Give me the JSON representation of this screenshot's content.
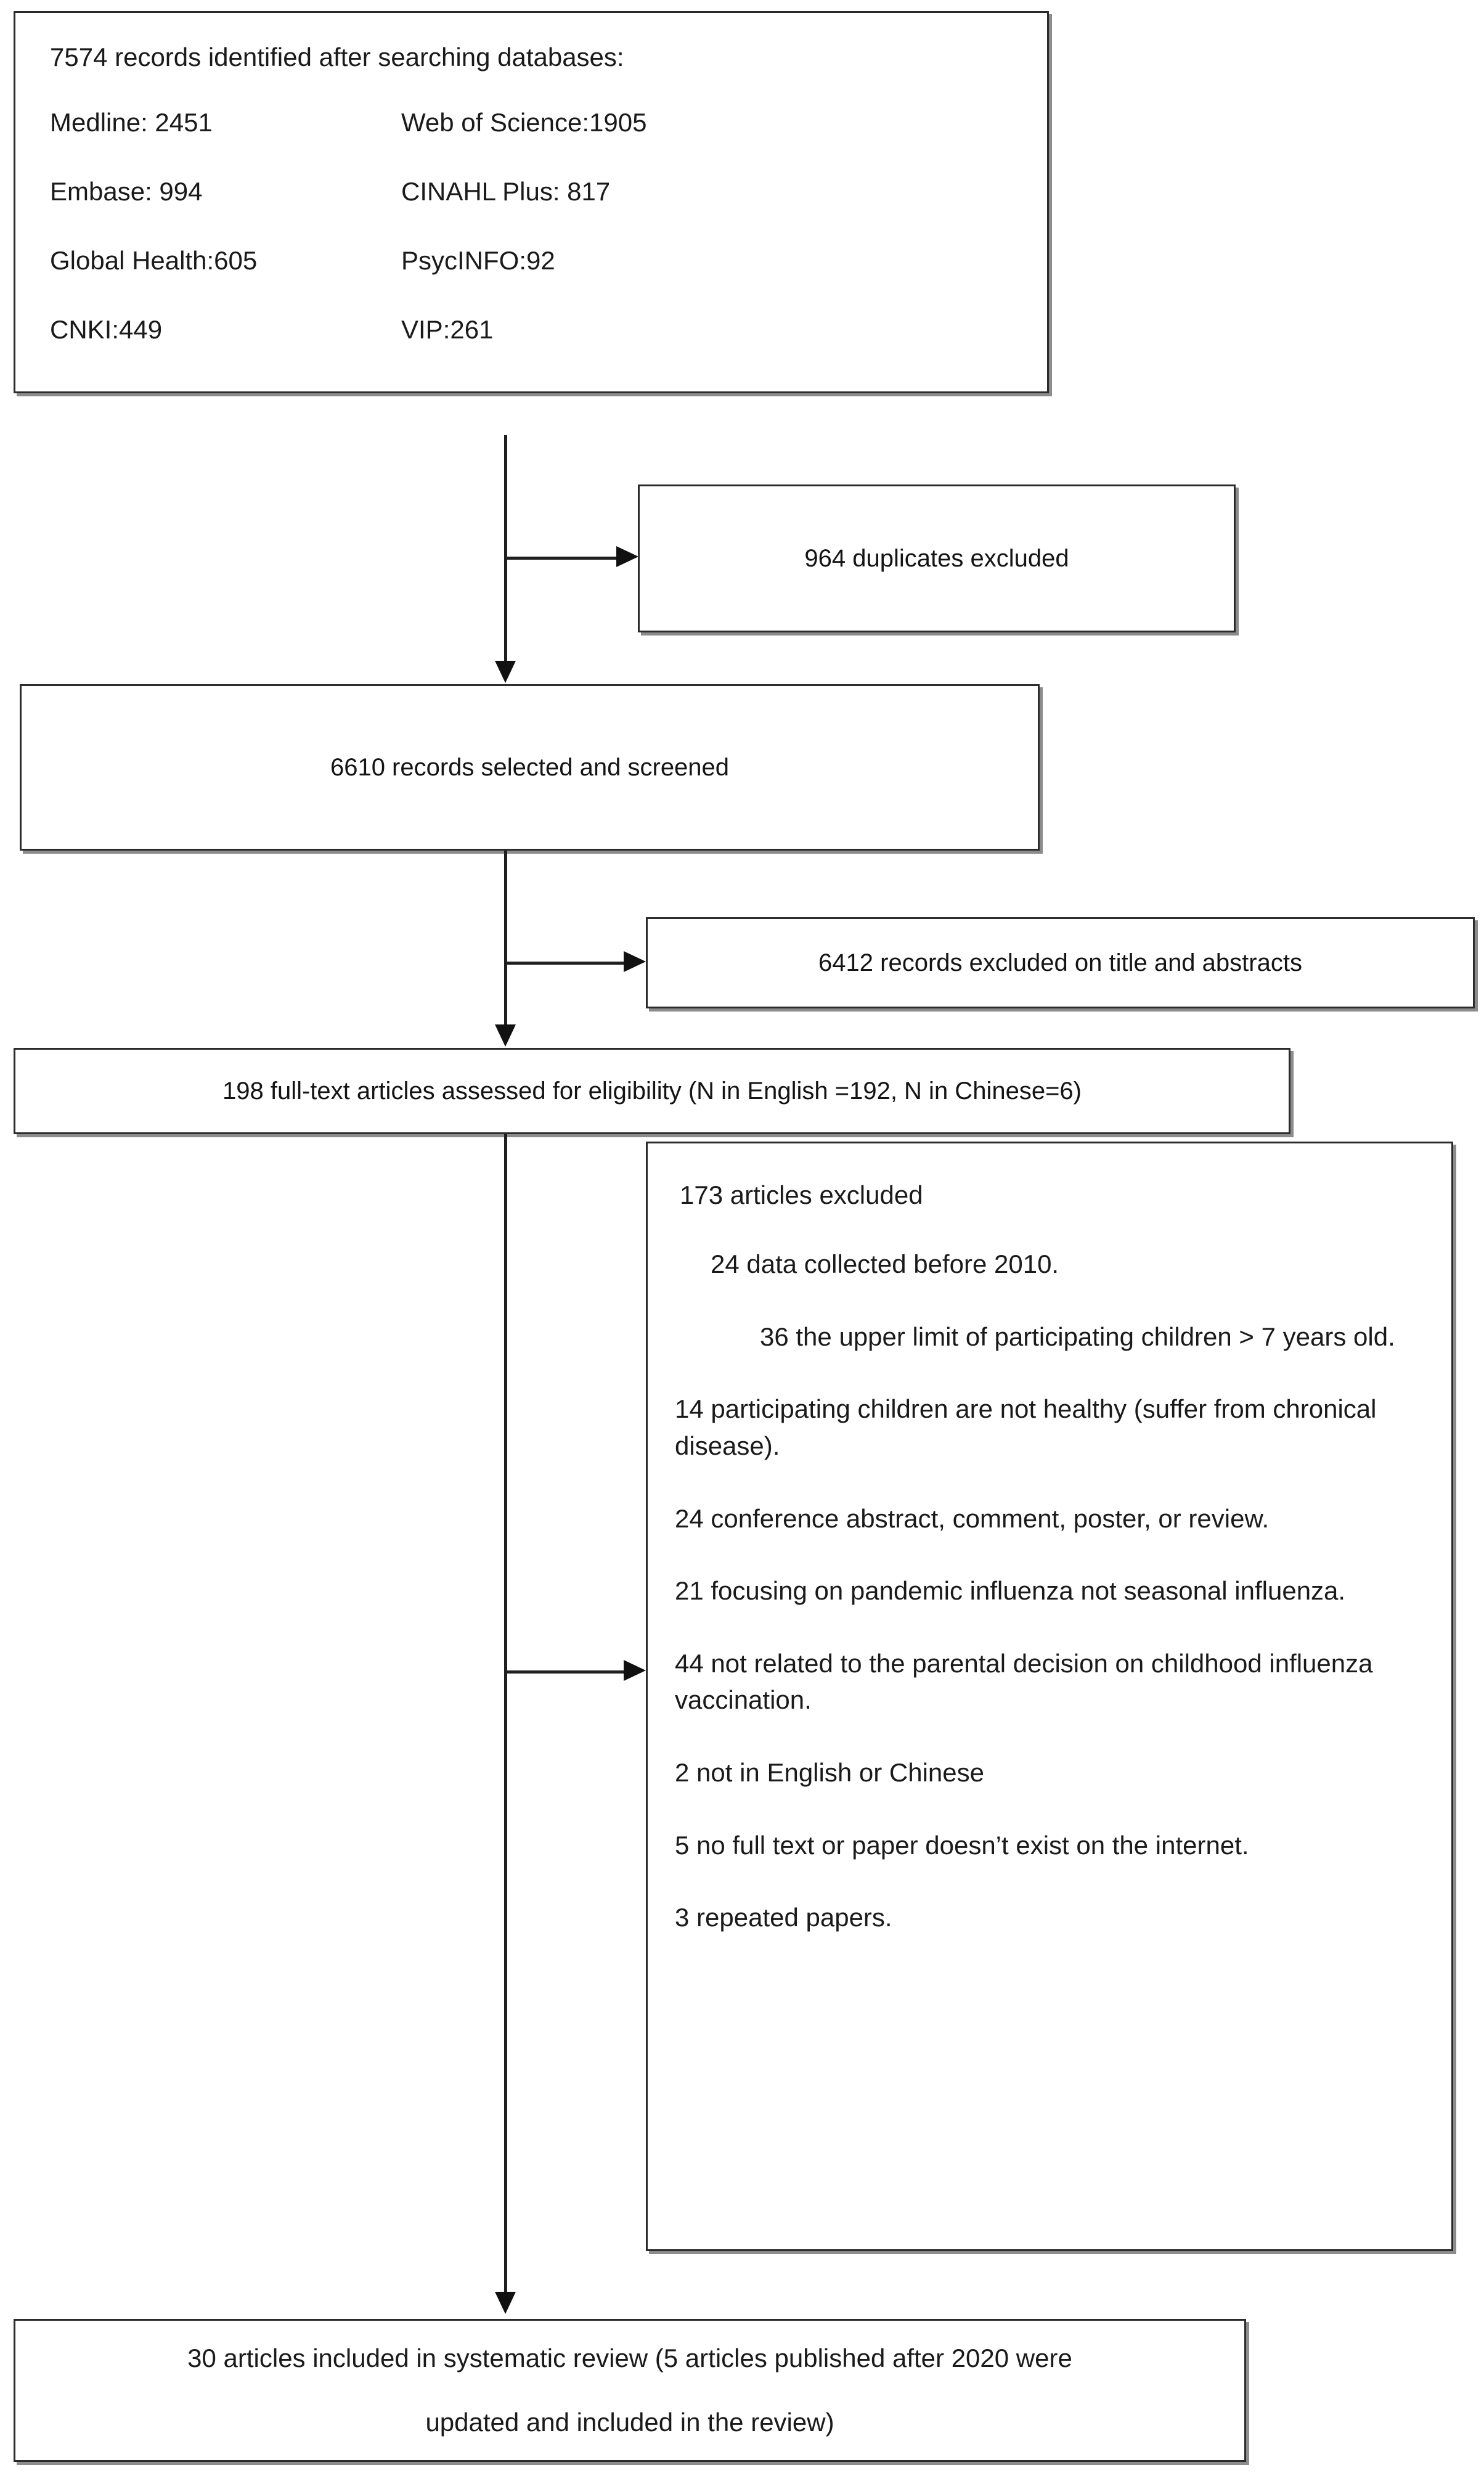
{
  "diagram": {
    "type": "prisma-flow-diagram",
    "sources_box": {
      "headline": "7574 records identified after searching databases:",
      "databases": [
        {
          "name": "Medline:",
          "count": "2451"
        },
        {
          "name": "Web of Science:1905",
          "count": ""
        },
        {
          "name": "Embase:",
          "count": "994"
        },
        {
          "name": "CINAHL Plus:",
          "count": "817"
        },
        {
          "name": "Global Health:605",
          "count": ""
        },
        {
          "name": "PsycINFO:92",
          "count": ""
        },
        {
          "name": "CNKI:449",
          "count": ""
        },
        {
          "name": "VIP:261",
          "count": ""
        }
      ],
      "cells": [
        "Medline: 2451",
        "Web of Science:1905",
        "Embase: 994",
        "CINAHL Plus: 817",
        "Global Health:605",
        "PsycINFO:92",
        "CNKI:449",
        "VIP:261"
      ]
    },
    "duplicates_box": {
      "text": "964 duplicates excluded"
    },
    "screened_box": {
      "text": "6610 records selected and screened"
    },
    "excluded_title_abstract_box": {
      "text": "6412 records excluded on title and abstracts"
    },
    "fulltext_box": {
      "text": "198 full-text articles assessed for eligibility (N in English =192, N in Chinese=6)"
    },
    "excluded_list_box": {
      "heading": "173 articles excluded",
      "reasons": [
        "24 data collected before 2010.",
        "36 the upper limit of participating children > 7 years old.",
        "14 participating children are not healthy (suffer from chronical disease).",
        "24 conference abstract, comment, poster, or review.",
        "21 focusing on pandemic influenza not seasonal influenza.",
        "44 not related to the parental decision on childhood influenza vaccination.",
        "2 not in English or Chinese",
        "5 no full text or paper doesn’t exist on the internet.",
        "3 repeated papers."
      ]
    },
    "included_box": {
      "line1": "30 articles included in systematic review (5 articles published after 2020 were",
      "line2": "updated and included in the review)"
    },
    "colors": {
      "box_border": "#2b2b2b",
      "box_shadow": "#787878",
      "connector": "#1f1f1f",
      "background": "#ffffff",
      "text": "#141414"
    }
  }
}
